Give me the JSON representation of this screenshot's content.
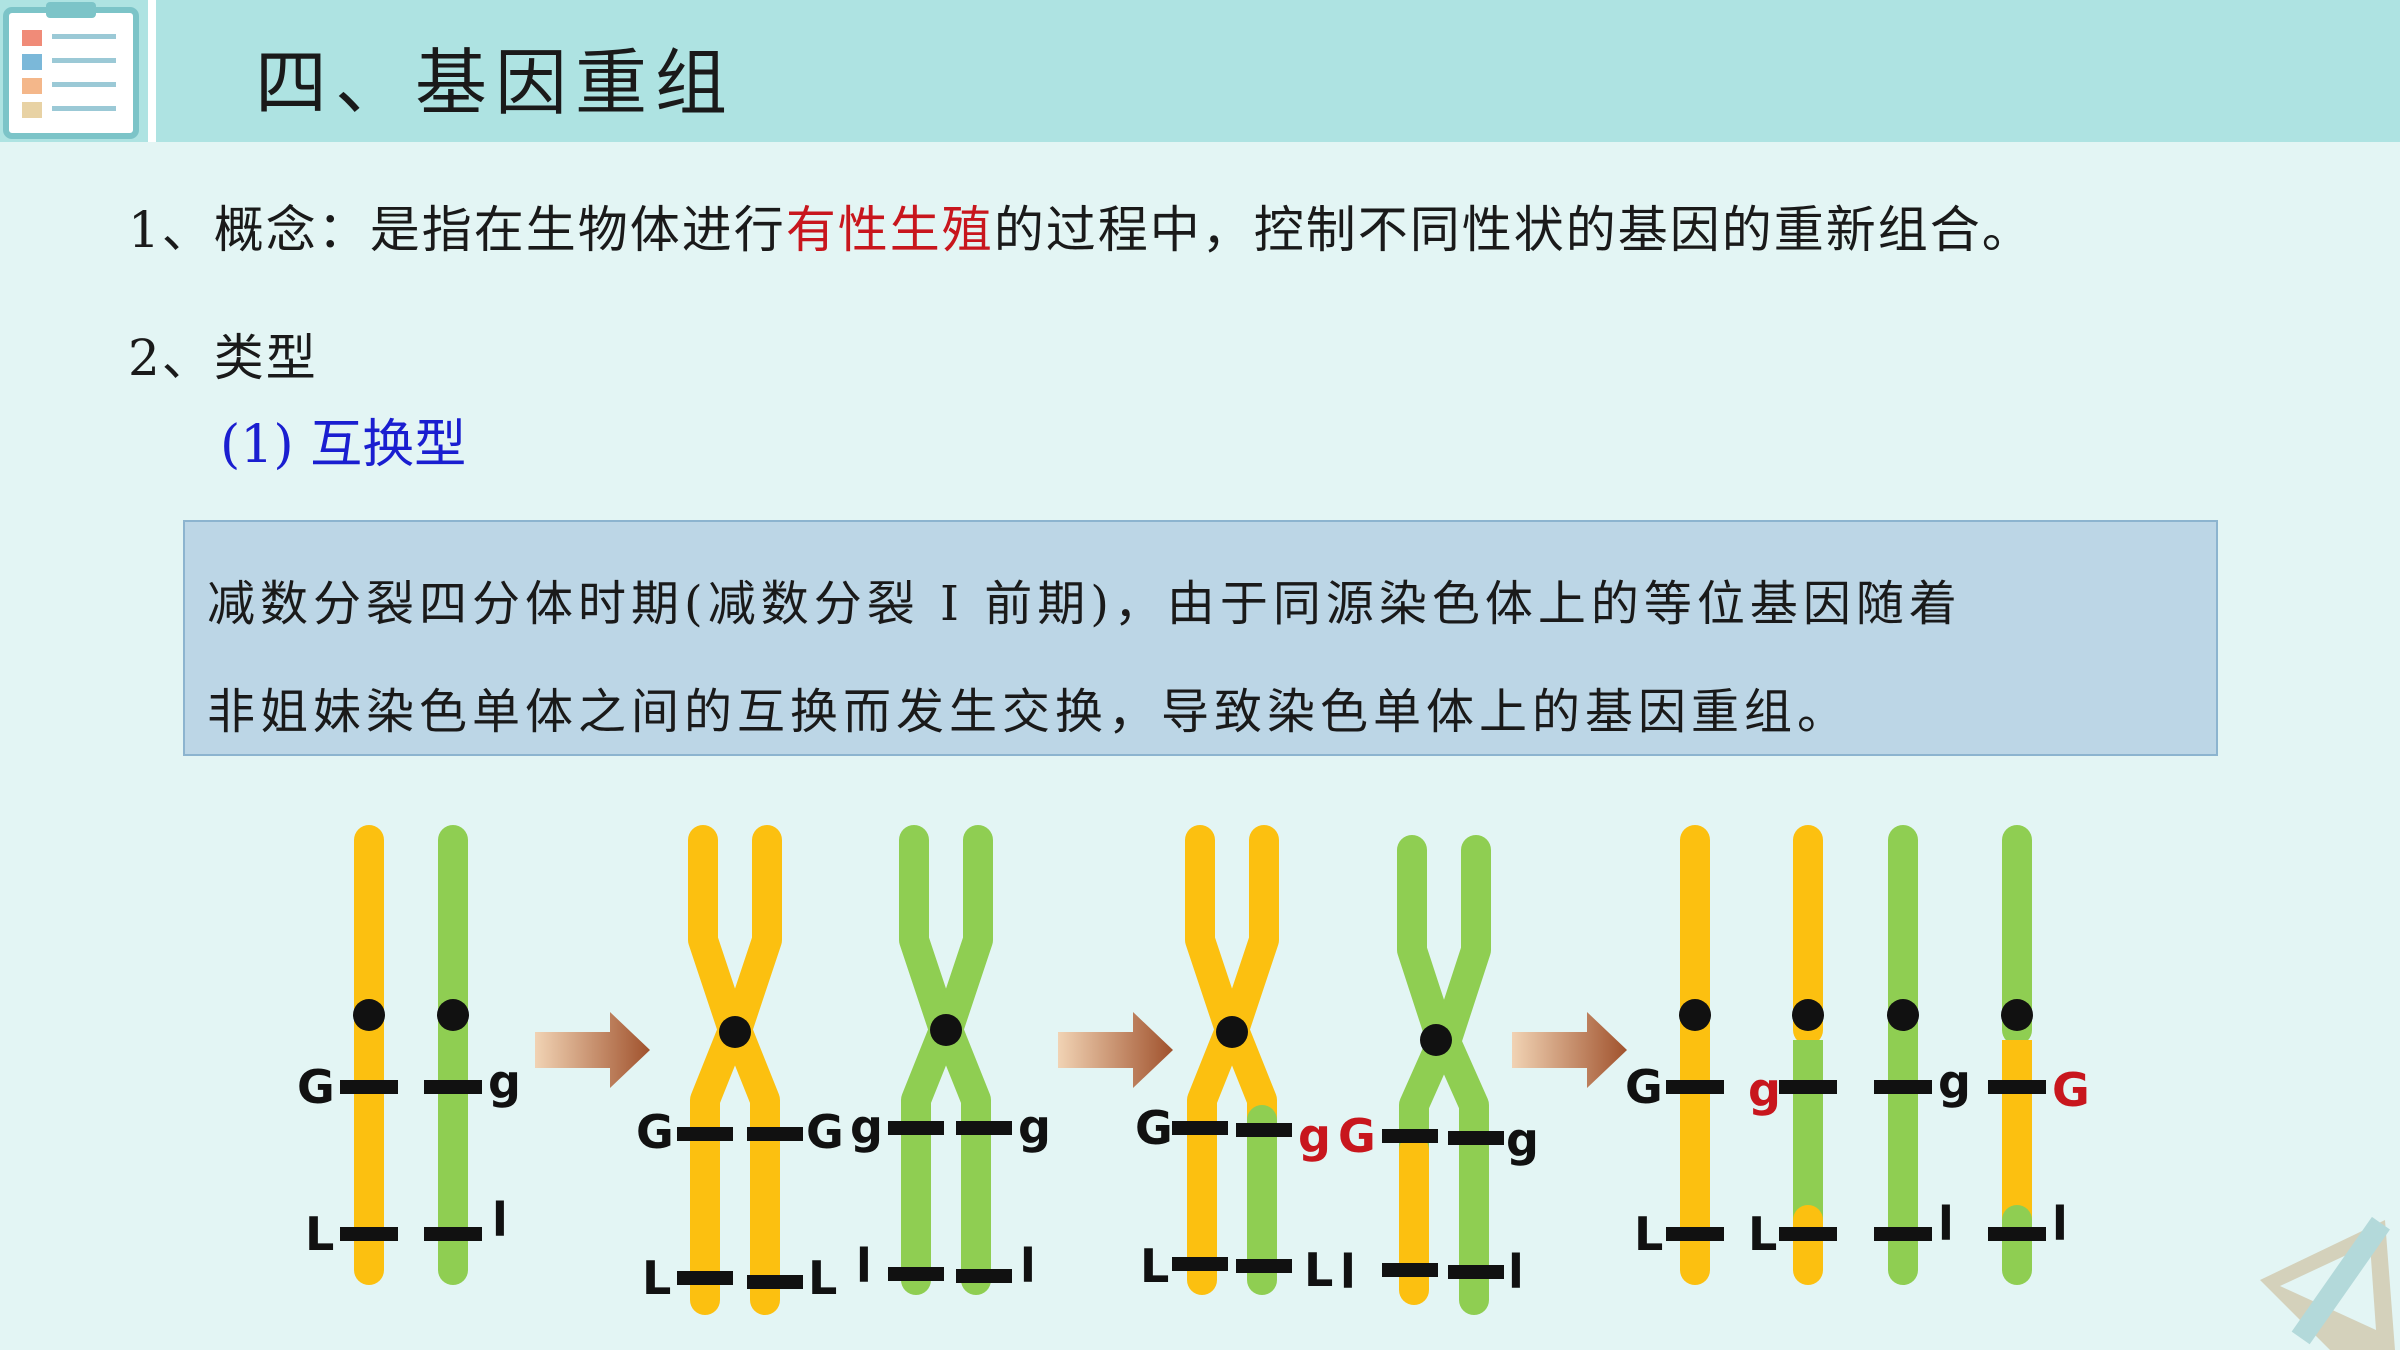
{
  "header": {
    "title": "四、基因重组"
  },
  "concept": {
    "prefix": "1、概念：是指在生物体进行",
    "highlight": "有性生殖",
    "suffix": "的过程中，控制不同性状的基因的重新组合。"
  },
  "types": {
    "label": "2、类型",
    "subtype": "(1) 互换型"
  },
  "description": {
    "line1": "减数分裂四分体时期(减数分裂 Ⅰ 前期)，由于同源染色体上的等位基因随着",
    "line2": "非姐妹染色单体之间的互换而发生交换，导致染色单体上的基因重组。"
  },
  "diagram": {
    "colors": {
      "yellow": "#fcc010",
      "green": "#8fce52",
      "red_label": "#c8161d",
      "arrow": "#a0522d",
      "text": "#111111"
    },
    "stage1": {
      "G": "G",
      "g": "g",
      "L": "L",
      "l": "l"
    },
    "stage2": {
      "G1": "G",
      "G2": "G",
      "g1": "g",
      "g2": "g",
      "L1": "L",
      "L2": "L",
      "l1": "l",
      "l2": "l"
    },
    "stage3": {
      "G": "G",
      "gr": "g",
      "Gr": "G",
      "g": "g",
      "L1": "L",
      "L2": "L",
      "l1": "l",
      "l2": "l"
    },
    "stage4": {
      "G": "G",
      "gr": "g",
      "g": "g",
      "Gr": "G",
      "L1": "L",
      "L2": "L",
      "l1": "l",
      "l2": "l"
    }
  }
}
